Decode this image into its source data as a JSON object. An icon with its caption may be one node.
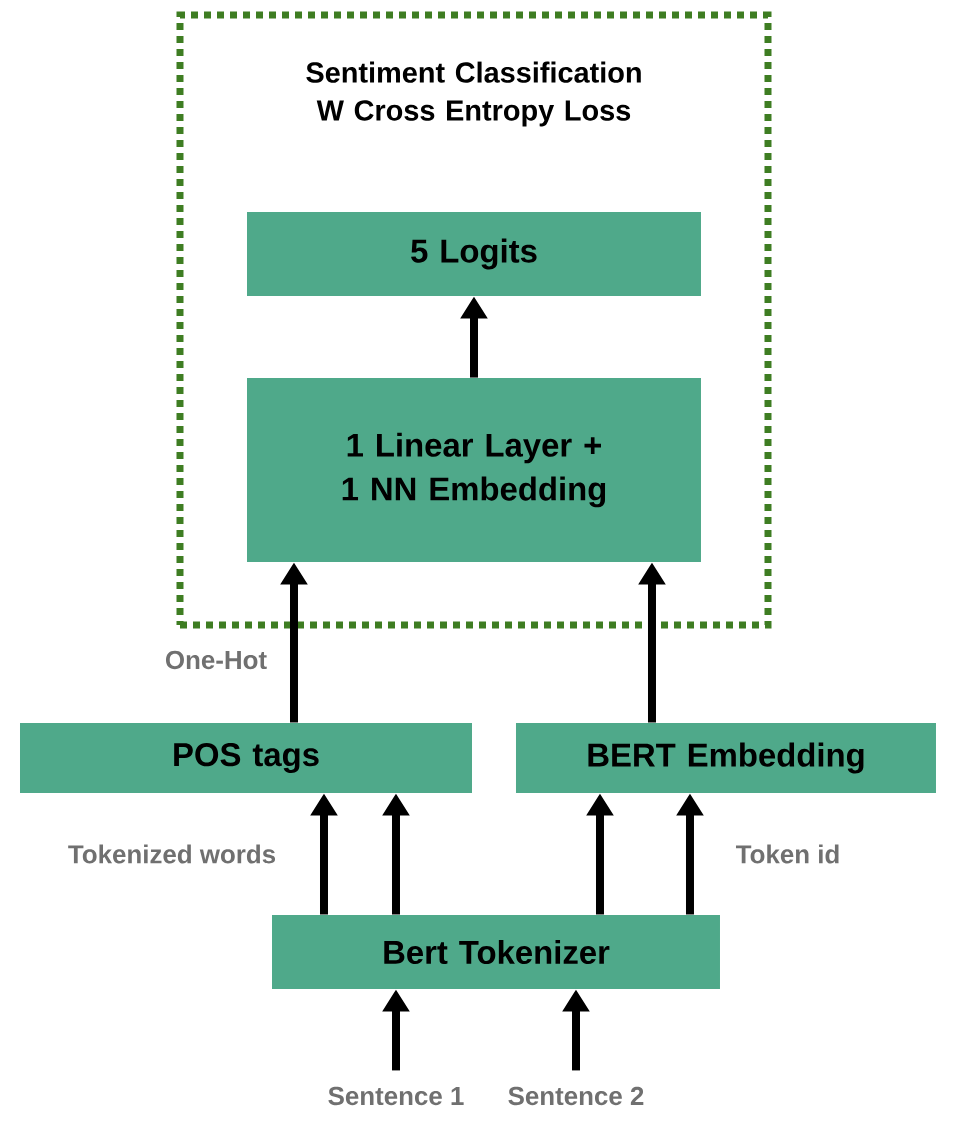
{
  "diagram": {
    "nodes": [
      {
        "text": [
          "Sentiment Classification W Cross Entropy Loss"
        ]
      },
      {
        "text": [
          "5 Logits"
        ],
        "in": 0
      },
      {
        "text": [
          "1 Linear Layer + 1 NN Embedding"
        ],
        "in": 0
      },
      {
        "text": [
          "POS tags"
        ]
      },
      {
        "text": [
          "BERT Embedding"
        ]
      },
      {
        "text": [
          "Bert Tokenizer"
        ]
      },
      {
        "text": [
          "Sentence 1"
        ]
      },
      {
        "text": [
          "Sentence 2"
        ]
      }
    ],
    "edges": [
      {
        "from": 2,
        "to": 1,
        "arrow": "to"
      },
      {
        "from": 3,
        "to": 2,
        "arrow": "to",
        "label": "One-Hot"
      },
      {
        "from": 4,
        "to": 2,
        "arrow": "to"
      },
      {
        "from": 5,
        "to": 3,
        "arrow": "to",
        "label": "Tokenized words"
      },
      {
        "from": 5,
        "to": 3,
        "arrow": "to"
      },
      {
        "from": 5,
        "to": 4,
        "arrow": "to"
      },
      {
        "from": 5,
        "to": 4,
        "arrow": "to",
        "label": "Token id"
      },
      {
        "from": 6,
        "to": 5,
        "arrow": "to"
      },
      {
        "from": 7,
        "to": 5,
        "arrow": "to"
      }
    ]
  }
}
